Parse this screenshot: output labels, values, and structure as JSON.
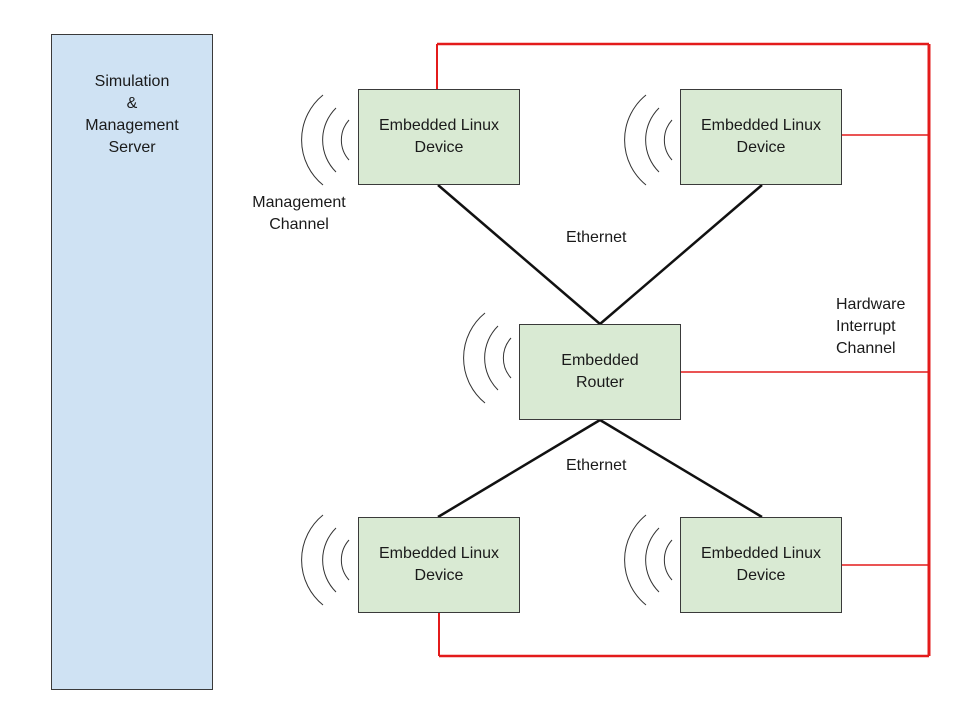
{
  "server": {
    "lines": [
      "Simulation",
      "&",
      "Management",
      "Server"
    ]
  },
  "devices": {
    "top_left": {
      "lines": [
        "Embedded Linux",
        "Device"
      ]
    },
    "top_right": {
      "lines": [
        "Embedded Linux",
        "Device"
      ]
    },
    "bottom_left": {
      "lines": [
        "Embedded Linux",
        "Device"
      ]
    },
    "bottom_right": {
      "lines": [
        "Embedded Linux",
        "Device"
      ]
    }
  },
  "router": {
    "lines": [
      "Embedded",
      "Router"
    ]
  },
  "labels": {
    "management_channel": [
      "Management",
      "Channel"
    ],
    "ethernet_top": "Ethernet",
    "ethernet_bottom": "Ethernet",
    "hardware_interrupt_channel": [
      "Hardware",
      "Interrupt",
      "Channel"
    ]
  },
  "colors": {
    "server_fill": "#cfe2f3",
    "device_fill": "#d9ead3",
    "interrupt_line": "#e31b1b",
    "ethernet_line": "#111111",
    "wireless_arc": "#333333"
  }
}
